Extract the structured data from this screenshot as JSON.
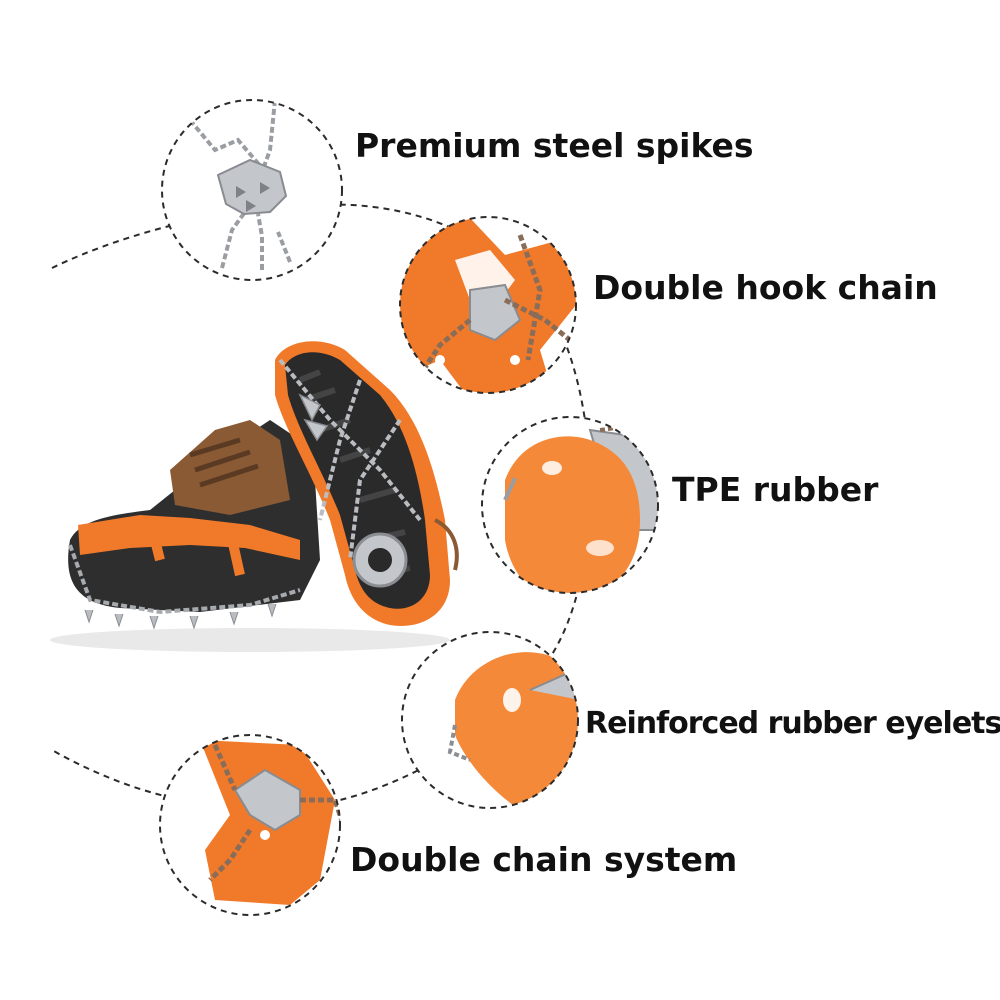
{
  "features": [
    {
      "label": "Premium steel spikes",
      "icon": "steel-spike-plate-icon"
    },
    {
      "label": "Double hook chain",
      "icon": "hook-chain-icon"
    },
    {
      "label": "TPE rubber",
      "icon": "rubber-harness-icon"
    },
    {
      "label": "Reinforced rubber eyelets",
      "icon": "rubber-eyelet-icon"
    },
    {
      "label": "Double chain system",
      "icon": "chain-system-icon"
    }
  ],
  "product_image": "boots-with-crampons",
  "colors": {
    "rubber": "#f07a2a",
    "rubber_dark": "#d9631a",
    "steel": "#b9bcc0",
    "sole": "#2a2a2a",
    "leather": "#8a5a34",
    "dashed_line": "#2b2b2b"
  }
}
